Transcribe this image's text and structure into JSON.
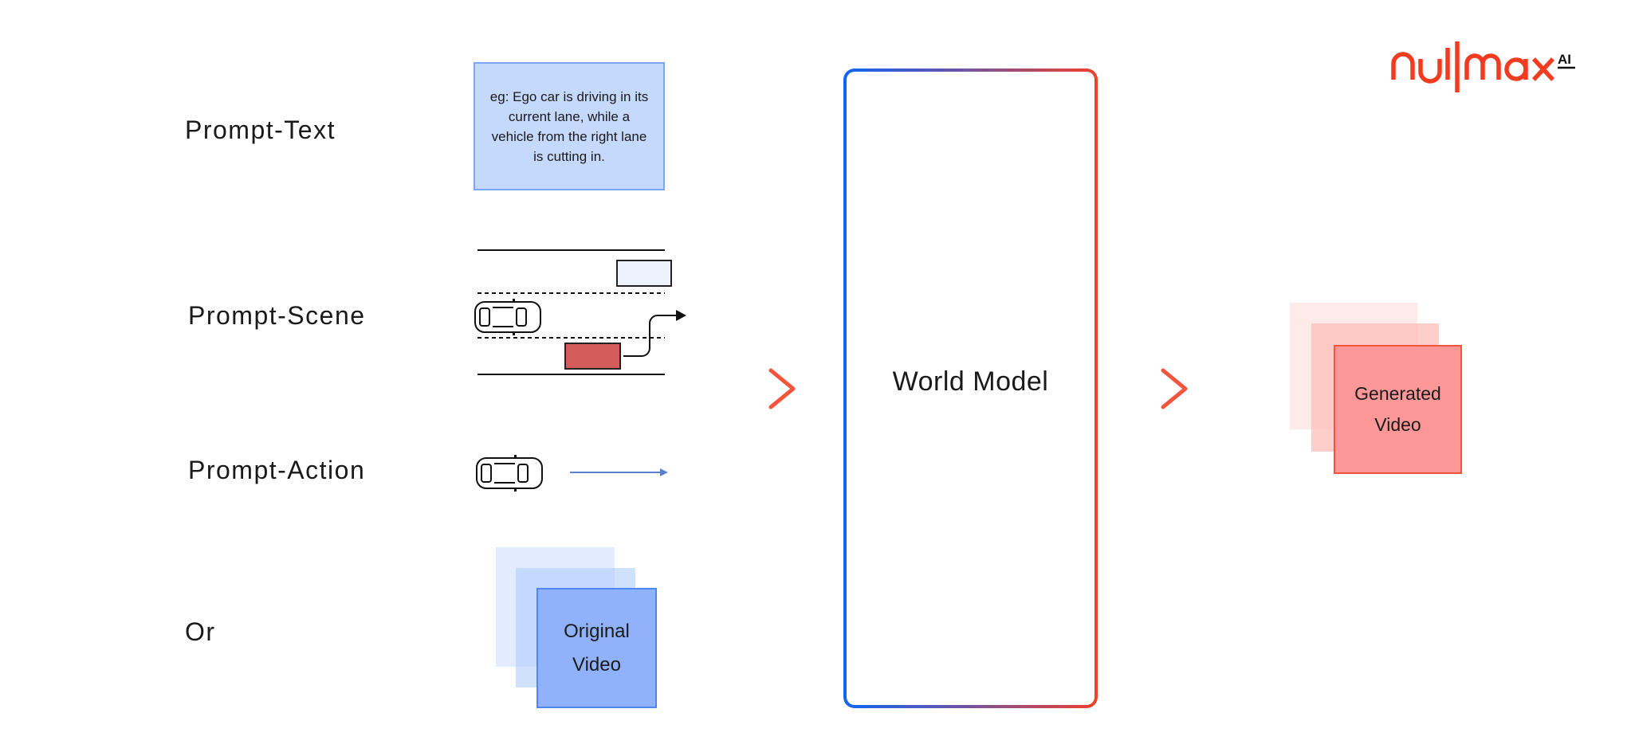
{
  "logo": {
    "brand": "nullmax",
    "suffix": "AI",
    "color": "#f23c22"
  },
  "inputs": {
    "prompt_text_label": "Prompt-Text",
    "prompt_text_example": "eg: Ego car is driving in its current lane, while a vehicle from the right lane is cutting in.",
    "prompt_scene_label": "Prompt-Scene",
    "prompt_action_label": "Prompt-Action",
    "or_label": "Or",
    "original_video_line1": "Original",
    "original_video_line2": "Video"
  },
  "model": {
    "title": "World Model",
    "gradient_start": "#0d66f5",
    "gradient_end": "#f2402a"
  },
  "output": {
    "line1": "Generated",
    "line2": "Video"
  },
  "colors": {
    "blue_box": "#c5d9fd",
    "original_video": "#8fb2fb",
    "generated_video": "#fe9797",
    "cut_in_vehicle": "#d45d5c",
    "arrow": "#f2553c"
  }
}
